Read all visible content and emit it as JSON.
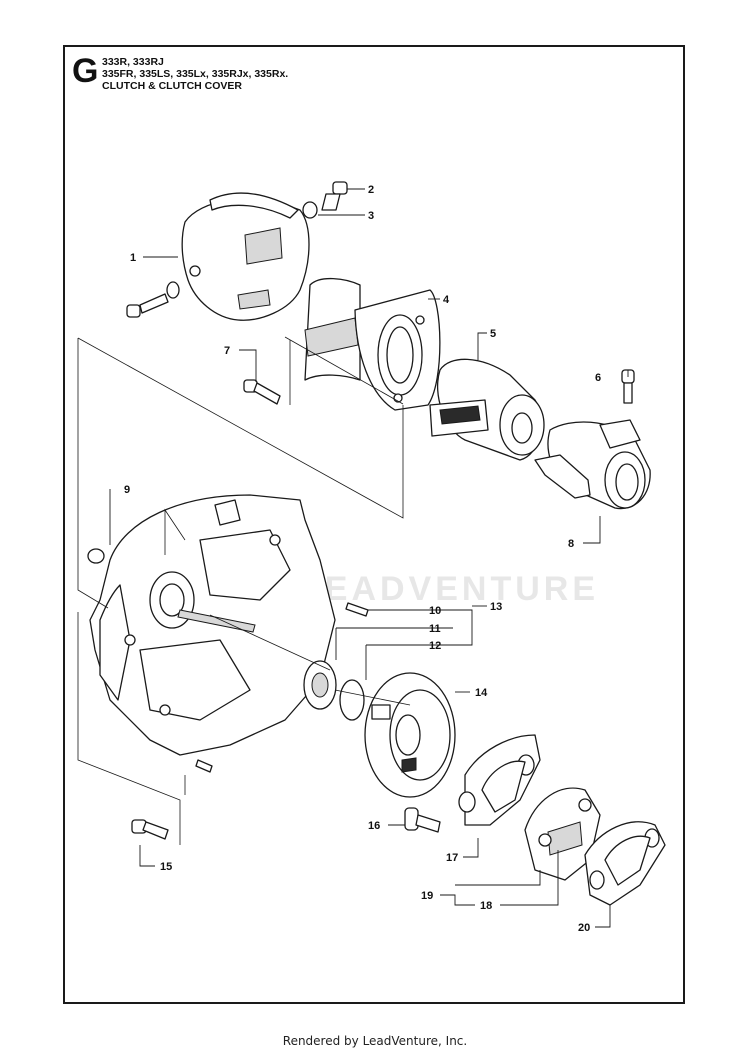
{
  "header": {
    "section_letter": "G",
    "models_line1": "333R, 333RJ",
    "models_line2": "335FR, 335LS, 335Lx, 335RJx, 335Rx.",
    "title": "CLUTCH & CLUTCH COVER"
  },
  "callouts": [
    "1",
    "2",
    "3",
    "4",
    "5",
    "6",
    "7",
    "8",
    "9",
    "10",
    "11",
    "12",
    "13",
    "14",
    "15",
    "16",
    "17",
    "18",
    "19",
    "20"
  ],
  "watermark": "LEADVENTURE",
  "footer": "Rendered by LeadVenture, Inc."
}
